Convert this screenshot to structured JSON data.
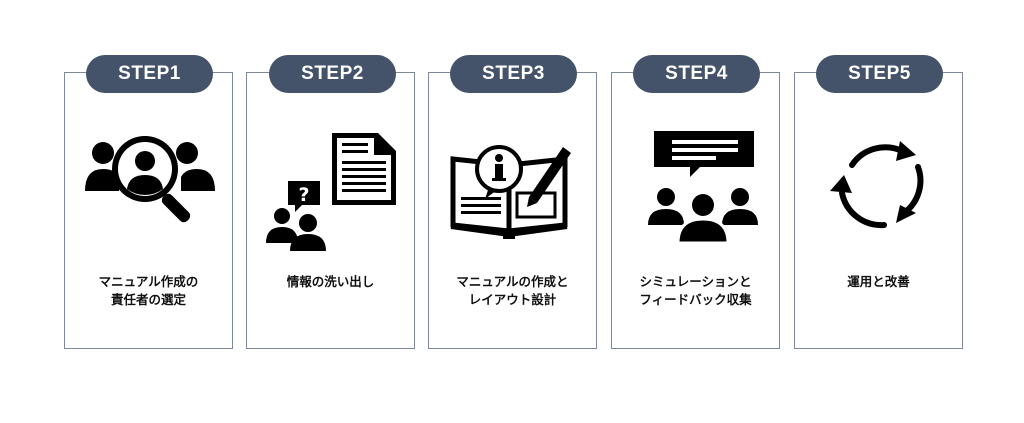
{
  "steps": [
    {
      "badge": "STEP1",
      "line1": "マニュアル作成の",
      "line2": "責任者の選定",
      "icon": "search-people-icon"
    },
    {
      "badge": "STEP2",
      "line1": "情報の洗い出し",
      "line2": "",
      "icon": "question-document-icon"
    },
    {
      "badge": "STEP3",
      "line1": "マニュアルの作成と",
      "line2": "レイアウト設計",
      "icon": "book-info-pencil-icon"
    },
    {
      "badge": "STEP4",
      "line1": "シミュレーションと",
      "line2": "フィードバック収集",
      "icon": "team-feedback-icon"
    },
    {
      "badge": "STEP5",
      "line1": "運用と改善",
      "line2": "",
      "icon": "cycle-arrows-icon"
    }
  ],
  "colors": {
    "badge": "#44536a",
    "border": "#7d8898",
    "icon": "#000000"
  }
}
